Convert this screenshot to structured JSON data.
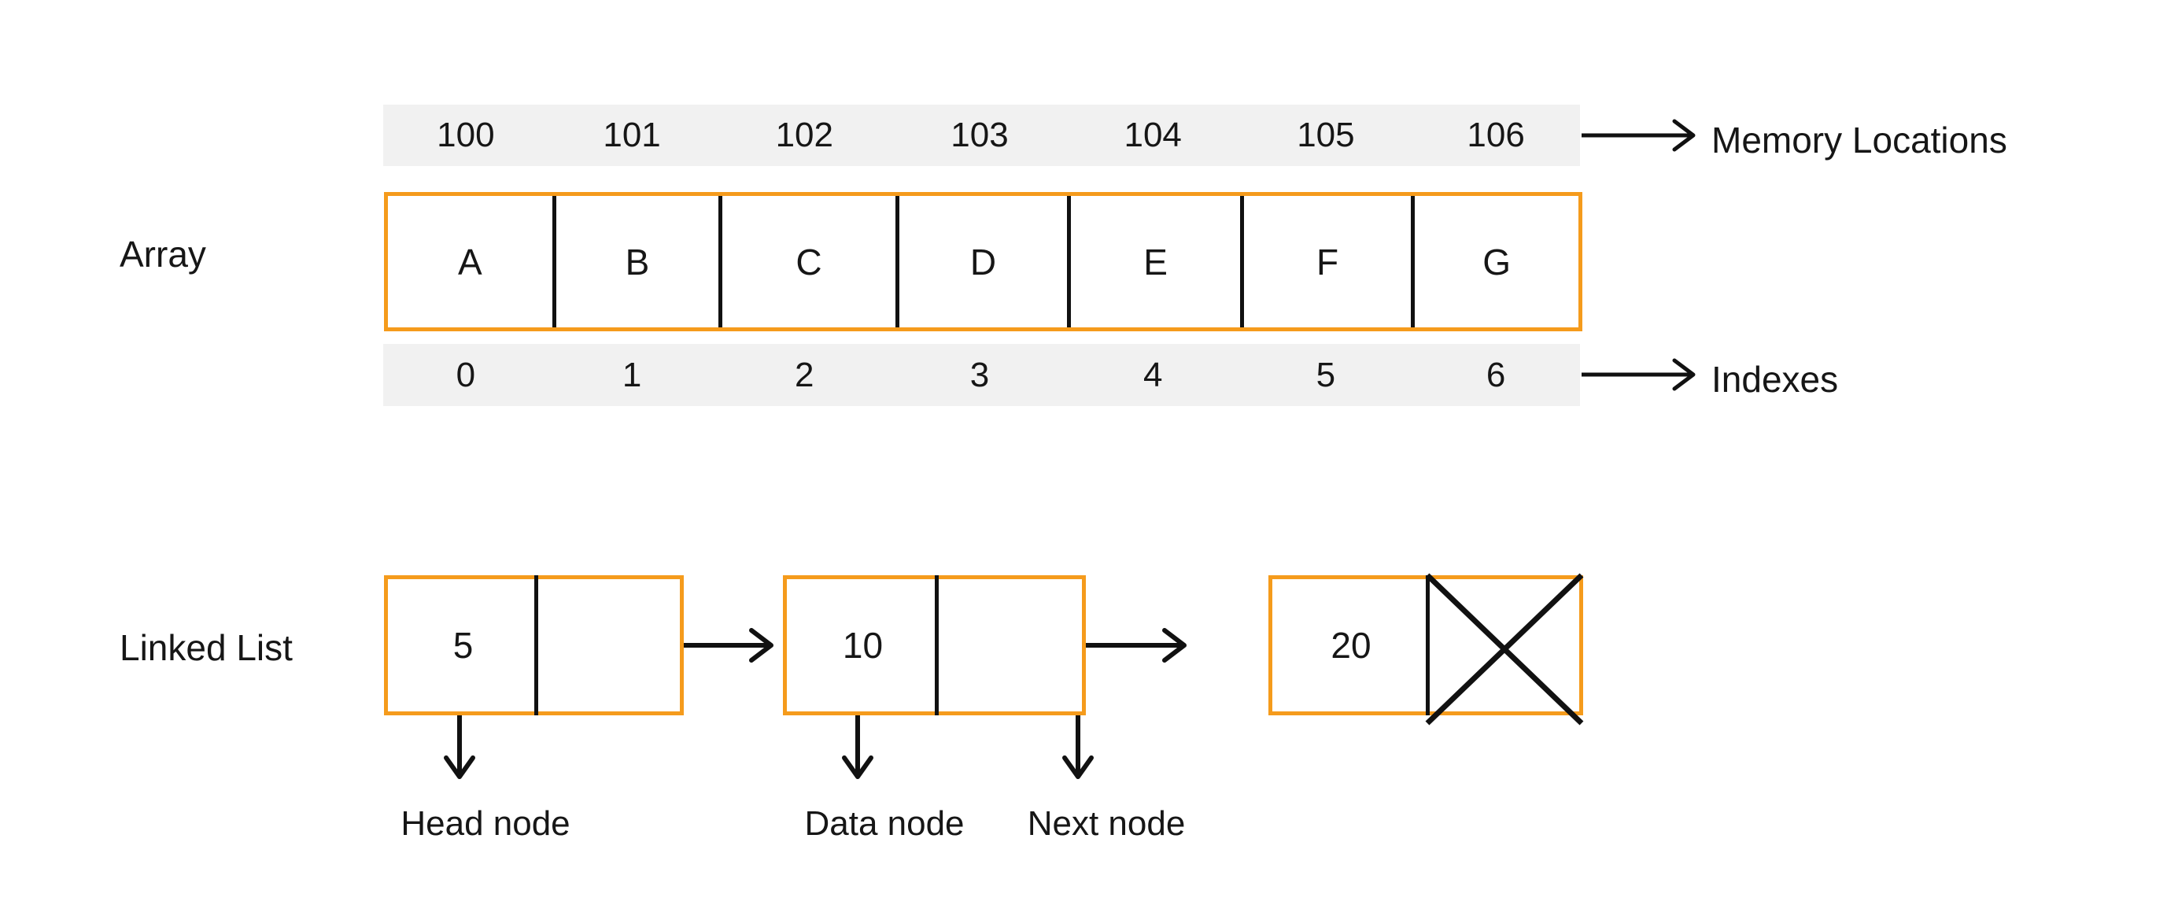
{
  "diagram": {
    "title": "Array vs Linked List memory layout diagram",
    "accent_color": "#F59B1C",
    "band_color": "#f1f1f1",
    "line_color": "#111111",
    "text_color": "#161616"
  },
  "array_section": {
    "row_label": "Array",
    "memory_locations": [
      "100",
      "101",
      "102",
      "103",
      "104",
      "105",
      "106"
    ],
    "values": [
      "A",
      "B",
      "C",
      "D",
      "E",
      "F",
      "G"
    ],
    "indexes": [
      "0",
      "1",
      "2",
      "3",
      "4",
      "5",
      "6"
    ],
    "memory_callout": "Memory Locations",
    "index_callout": "Indexes"
  },
  "linked_list_section": {
    "row_label": "Linked List",
    "nodes": [
      {
        "data": "5",
        "next": "pointer",
        "under_label": "Head node"
      },
      {
        "data": "10",
        "next": "pointer",
        "data_under_label": "Data node",
        "next_under_label": "Next node"
      },
      {
        "data": "20",
        "next": "null"
      }
    ],
    "null_marker": "crossed-box"
  }
}
